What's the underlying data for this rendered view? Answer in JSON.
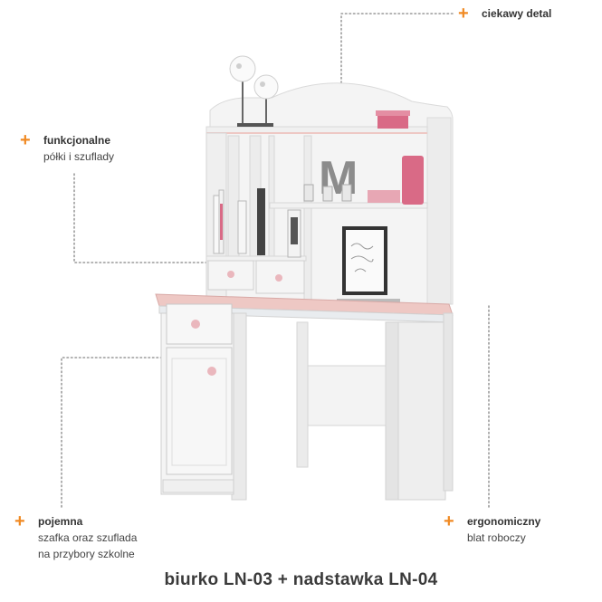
{
  "callouts": {
    "detail": {
      "icon": "plus-icon",
      "title": "ciekawy detal"
    },
    "shelves": {
      "icon": "plus-icon",
      "title": "funkcjonalne",
      "subtitle": "półki i szuflady"
    },
    "cabinet": {
      "icon": "plus-icon",
      "title": "pojemna",
      "subtitle_line1": "szafka oraz szuflada",
      "subtitle_line2": "na przybory szkolne"
    },
    "desktop": {
      "icon": "plus-icon",
      "title": "ergonomiczny",
      "subtitle": "blat roboczy"
    }
  },
  "decor": {
    "letter": "M"
  },
  "caption": "biurko LN-03 + nadstawka LN-04",
  "colors": {
    "accent": "#f08a24",
    "board": "#efefef",
    "edge": "#d6d6d6",
    "top": "#eec8c4",
    "pink": "#d96a86"
  }
}
